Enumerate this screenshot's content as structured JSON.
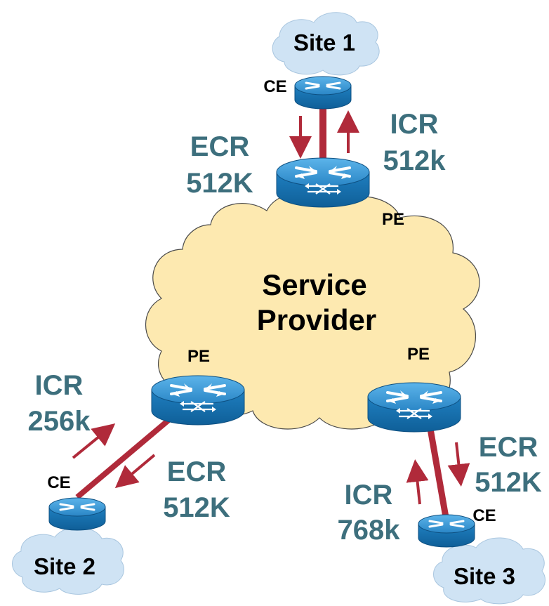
{
  "provider_cloud": {
    "line1": "Service",
    "line2": "Provider"
  },
  "sites": [
    {
      "label": "Site 1",
      "device": "CE"
    },
    {
      "label": "Site 2",
      "device": "CE"
    },
    {
      "label": "Site 3",
      "device": "CE"
    }
  ],
  "pe_routers": [
    "PE",
    "PE",
    "PE"
  ],
  "rates": {
    "site1_ecr": {
      "name": "ECR",
      "value": "512K"
    },
    "site1_icr": {
      "name": "ICR",
      "value": "512k"
    },
    "site2_icr": {
      "name": "ICR",
      "value": "256k"
    },
    "site2_ecr": {
      "name": "ECR",
      "value": "512K"
    },
    "site3_ecr": {
      "name": "ECR",
      "value": "512K"
    },
    "site3_icr": {
      "name": "ICR",
      "value": "768k"
    }
  },
  "colors": {
    "link": "#b02a3a",
    "rate_text": "#3d6f7d",
    "router_body": "#1c78b8",
    "router_top": "#3fa0db",
    "provider_cloud": "#fde9b0",
    "site_cloud": "#cfe3f4"
  },
  "icons": {
    "router": "router-icon",
    "cloud": "cloud-icon",
    "arrow": "arrow-icon"
  }
}
